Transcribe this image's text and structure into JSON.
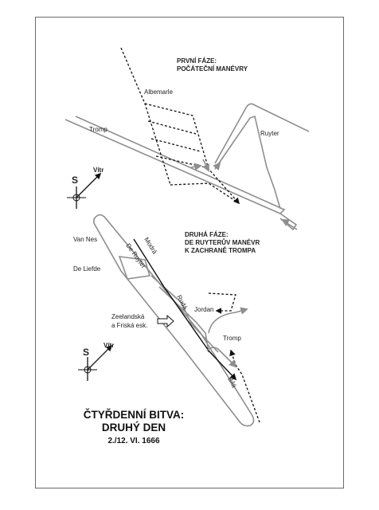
{
  "phase1": {
    "line1": "PRVNÍ FÁZE:",
    "line2": "POČÁTEČNÍ MANÉVRY"
  },
  "phase2": {
    "line1": "DRUHÁ FÁZE:",
    "line2": "DE RUYTERŮV MANÉVR",
    "line3": "K ZACHRANĚ TROMPA"
  },
  "labels": {
    "albemarle": "Albemarle",
    "tromp_top": "Tromp",
    "ruyter": "Ruyter",
    "van_nes": "Van Nes",
    "de_ruyter": "De Ruyter",
    "modra": "Modrá",
    "de_liefde": "De Liefde",
    "ruda": "Rudá",
    "jordan": "Jordan",
    "zeeland1": "Zeelandská",
    "zeeland2": "a Friská esk.",
    "tromp_bottom": "Tromp",
    "bila": "Bílá"
  },
  "compass": {
    "north": "S",
    "wind": "Vítr"
  },
  "title": {
    "line1": "ČTYŘDENNÍ BITVA:",
    "line2": "DRUHÝ DEN",
    "date": "2./12. VI. 1666"
  },
  "colors": {
    "frame": "#6a6a6a",
    "fleet_outline": "#8e8e8e",
    "ink": "#111111"
  }
}
